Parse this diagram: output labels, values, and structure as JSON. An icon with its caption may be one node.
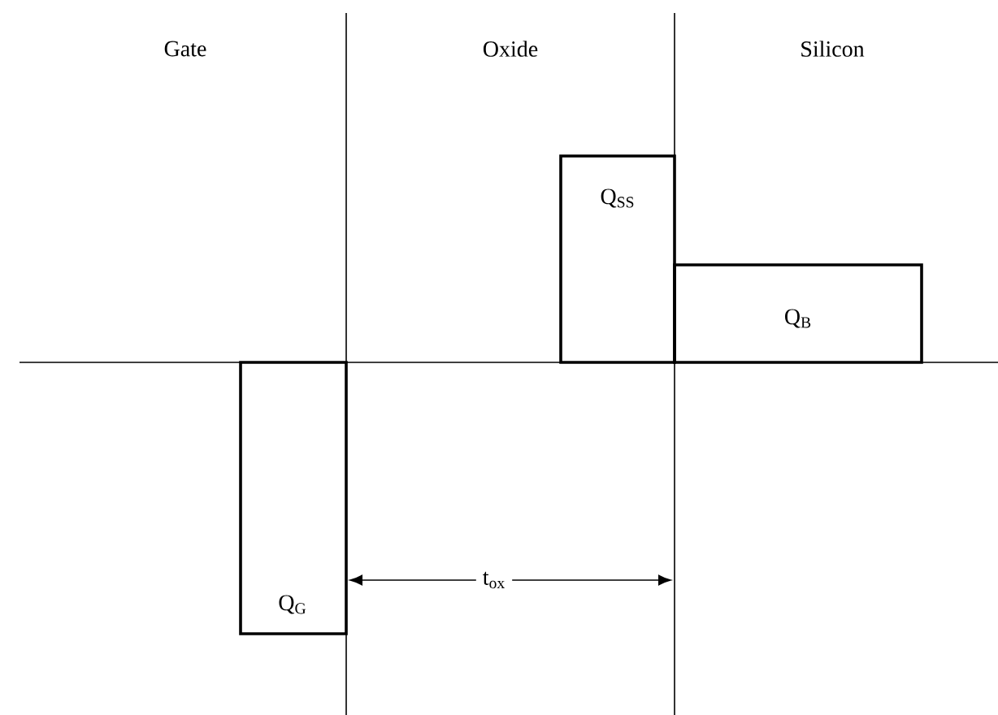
{
  "diagram": {
    "nodes": [
      {
        "text": [
          "Q$_{SS}$"
        ]
      },
      {
        "text": [
          "Q$_{B}$"
        ]
      },
      {
        "text": [
          "Q$_{G}$"
        ]
      }
    ],
    "labels": [
      "Gate",
      "Oxide",
      "Silicon",
      "t$_{ox}$"
    ]
  }
}
